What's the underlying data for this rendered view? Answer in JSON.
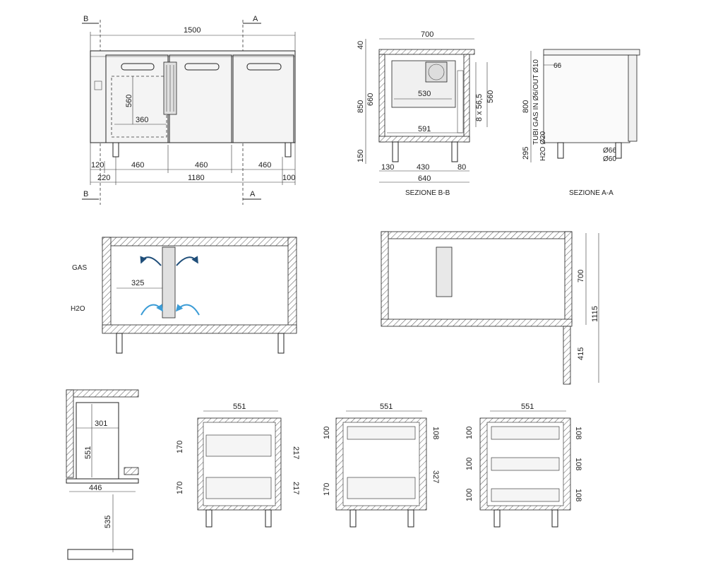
{
  "section_markers": {
    "b": "B",
    "a": "A"
  },
  "front_view": {
    "dims": {
      "overall_width": "1500",
      "drawer_height": "560",
      "drawer_width": "360",
      "left_offset": "120",
      "door_1": "460",
      "door_2": "460",
      "door_3": "460",
      "left_leg": "220",
      "legs_span": "1180",
      "right_leg": "100"
    }
  },
  "section_bb": {
    "title": "SEZIONE B-B",
    "dims": {
      "depth": "700",
      "top": "40",
      "height_total": "850",
      "inner_height": "660",
      "legs": "150",
      "inner_width": "530",
      "racks": "8 x 56,5",
      "rack_height": "560",
      "shelf": "591",
      "left": "130",
      "middle": "430",
      "right": "80",
      "base": "640"
    }
  },
  "section_aa": {
    "title": "SEZIONE A-A",
    "dims": {
      "height": "800",
      "legs": "295",
      "detail": "66",
      "d66": "Ø66",
      "d60": "Ø60"
    },
    "notes": {
      "gas": "TUBI GAS IN Ø6/OUT Ø10",
      "h2o": "H2O Ø20"
    }
  },
  "plan_view": {
    "labels": {
      "gas": "GAS",
      "h2o": "H2O"
    },
    "dims": {
      "shelf_width": "325"
    }
  },
  "side_open_view": {
    "dims": {
      "depth": "700",
      "total": "1115",
      "lower": "415"
    }
  },
  "drawer_detail": {
    "dims": {
      "width": "301",
      "height": "551",
      "base": "446",
      "leg": "535"
    }
  },
  "drawer_configs": [
    {
      "width": "551",
      "left_dims": [
        "170",
        "170"
      ],
      "right_dims": [
        "217",
        "217"
      ]
    },
    {
      "width": "551",
      "left_dims": [
        "100",
        "170"
      ],
      "right_dims": [
        "108",
        "327"
      ]
    },
    {
      "width": "551",
      "left_dims": [
        "100",
        "100",
        "100"
      ],
      "right_dims": [
        "108",
        "108",
        "108"
      ]
    }
  ]
}
